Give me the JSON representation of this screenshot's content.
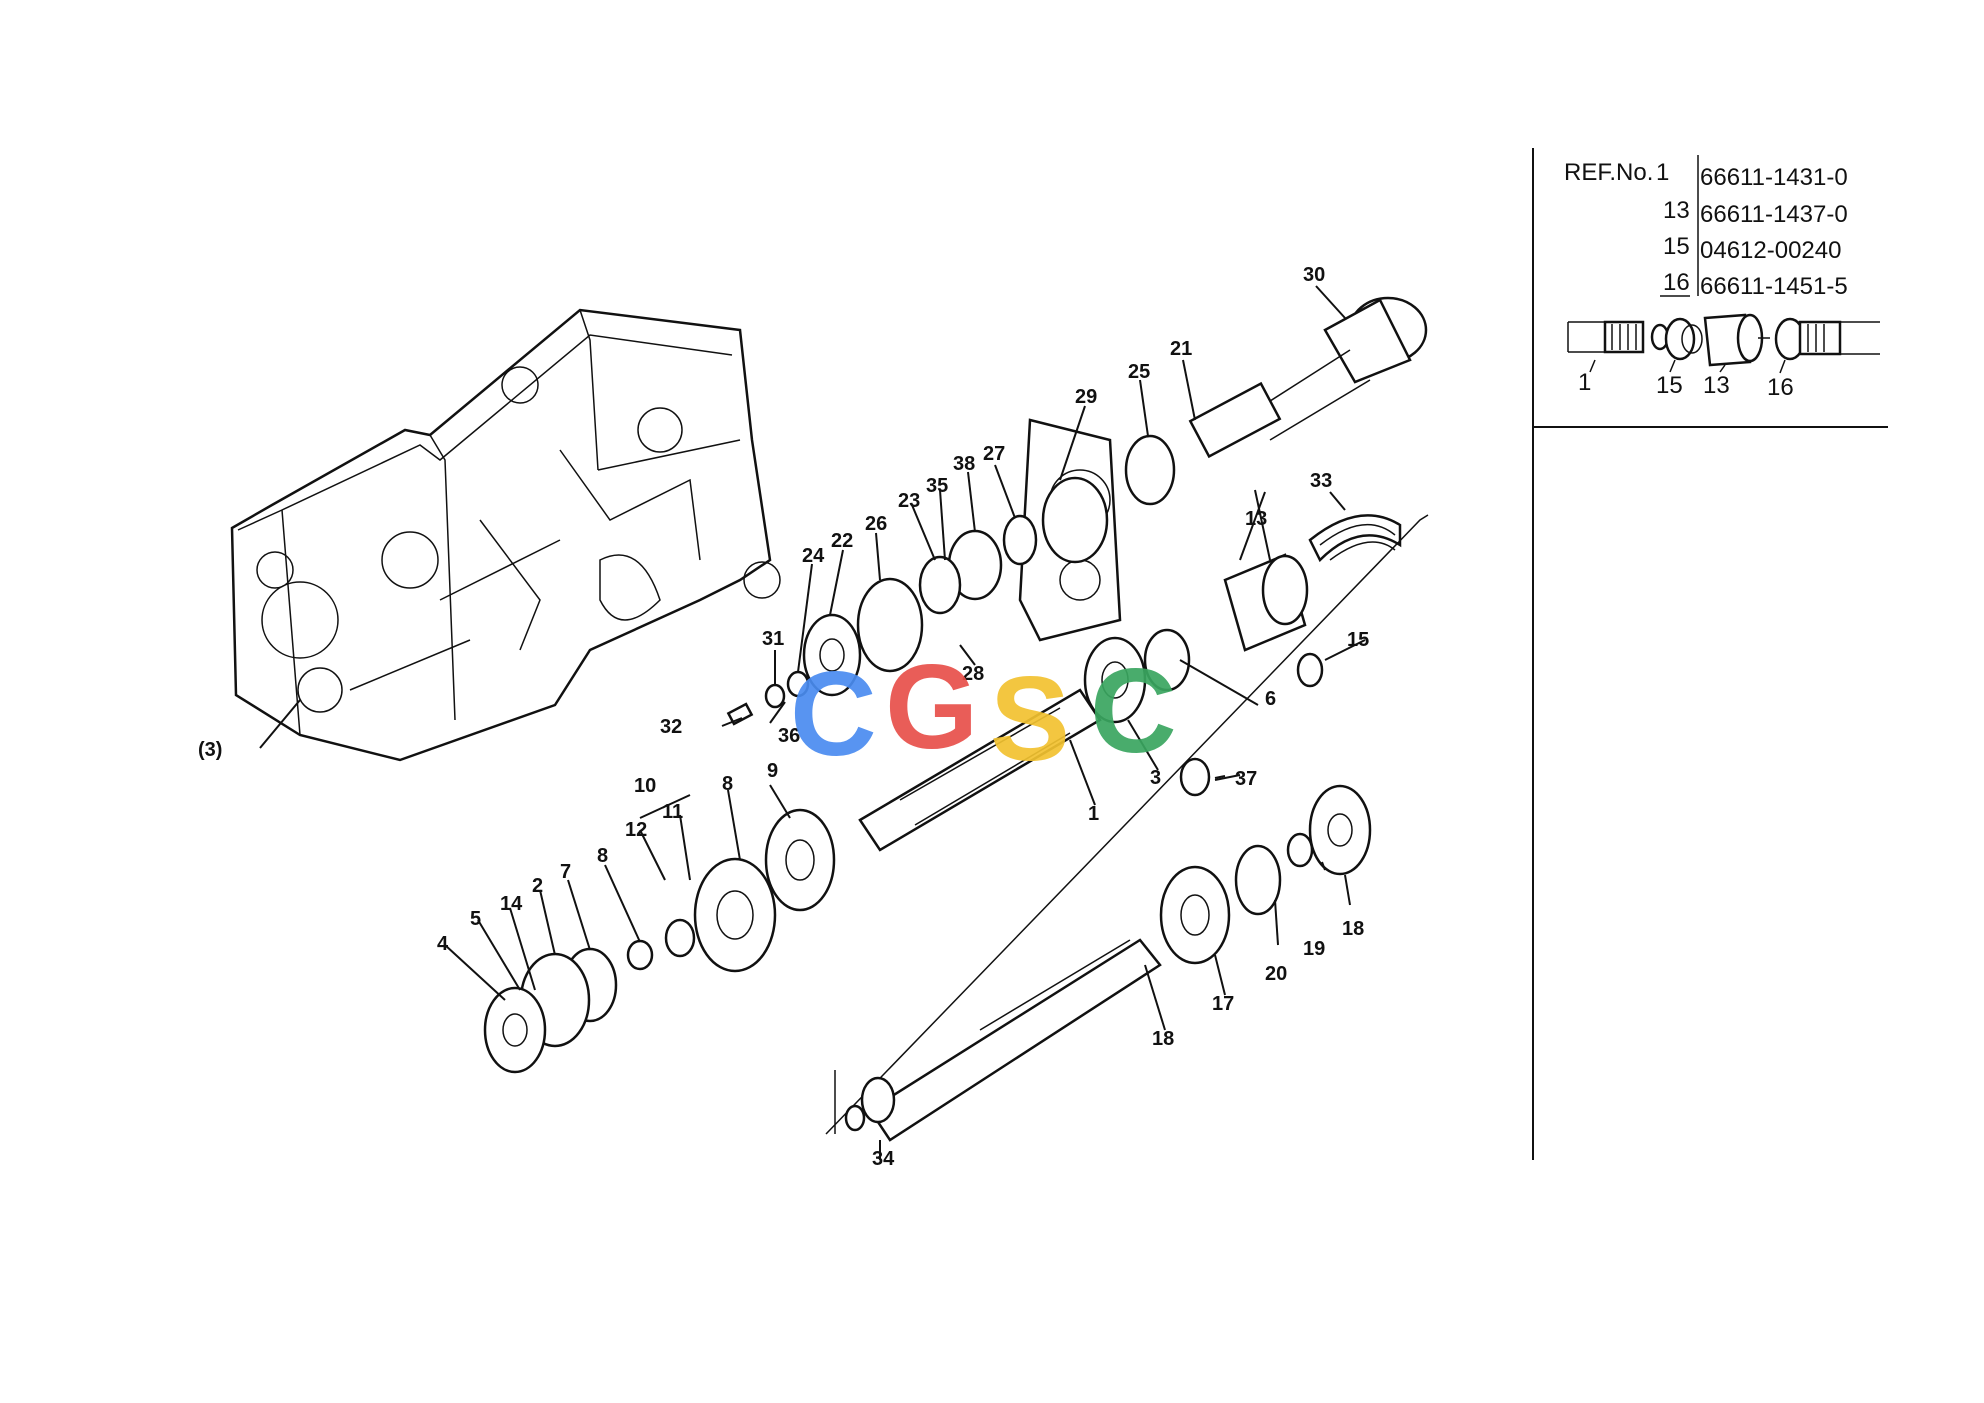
{
  "callouts": {
    "c1": "1",
    "c2": "2",
    "c3": "3",
    "c3p": "(3)",
    "c4": "4",
    "c5": "5",
    "c6": "6",
    "c7": "7",
    "c8a": "8",
    "c8b": "8",
    "c9": "9",
    "c10": "10",
    "c11": "11",
    "c12": "12",
    "c13": "13",
    "c14": "14",
    "c15": "15",
    "c17": "17",
    "c18a": "18",
    "c18b": "18",
    "c19": "19",
    "c20": "20",
    "c21": "21",
    "c22": "22",
    "c23": "23",
    "c24": "24",
    "c25": "25",
    "c26": "26",
    "c27": "27",
    "c28": "28",
    "c29": "29",
    "c30": "30",
    "c31": "31",
    "c32": "32",
    "c33": "33",
    "c34": "34",
    "c35": "35",
    "c36": "36",
    "c37": "37",
    "c38": "38"
  },
  "reference_table": {
    "header": "REF.No.",
    "rows": [
      {
        "ref": "1",
        "part_no": "66611-1431-0"
      },
      {
        "ref": "13",
        "part_no": "66611-1437-0"
      },
      {
        "ref": "15",
        "part_no": "04612-00240"
      },
      {
        "ref": "16",
        "part_no": "66611-1451-5"
      }
    ],
    "inset_labels": {
      "a": "1",
      "b": "15",
      "c": "13",
      "d": "16"
    }
  },
  "watermark": {
    "letters": [
      "C",
      "G",
      "S",
      "C"
    ],
    "colors": [
      "#4a8cf0",
      "#e8504a",
      "#f2c230",
      "#3aa660"
    ]
  }
}
